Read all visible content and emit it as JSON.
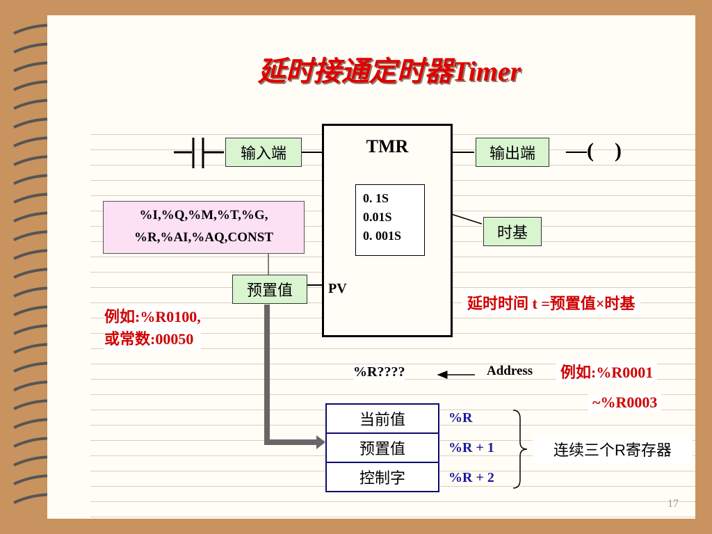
{
  "slide": {
    "title": "延时接通定时器Timer",
    "page_number": "17"
  },
  "timer_block": {
    "label": "TMR",
    "time_bases": [
      "0. 1S",
      "0.01S",
      "0. 001S"
    ],
    "pv_pin": "PV"
  },
  "labels": {
    "input": "输入端",
    "output": "输出端",
    "coil": "—(    )",
    "time_base": "时基",
    "preset": "预置值",
    "operand_types_line1": "%I,%Q,%M,%T,%G,",
    "operand_types_line2": "%R,%AI,%AQ,CONST",
    "preset_example_line1": "例如:%R0100,",
    "preset_example_line2": "或常数:00050",
    "delay_formula": "延时时间 t =预置值×时基",
    "address_field": "%R????",
    "address_label": "Address",
    "address_example": "例如:%R0001",
    "address_example_range": "~%R0003"
  },
  "registers": {
    "rows": [
      {
        "name": "当前值",
        "addr": "%R"
      },
      {
        "name": "预置值",
        "addr": "%R + 1"
      },
      {
        "name": "控制字",
        "addr": "%R + 2"
      }
    ],
    "note": "连续三个R寄存器"
  }
}
